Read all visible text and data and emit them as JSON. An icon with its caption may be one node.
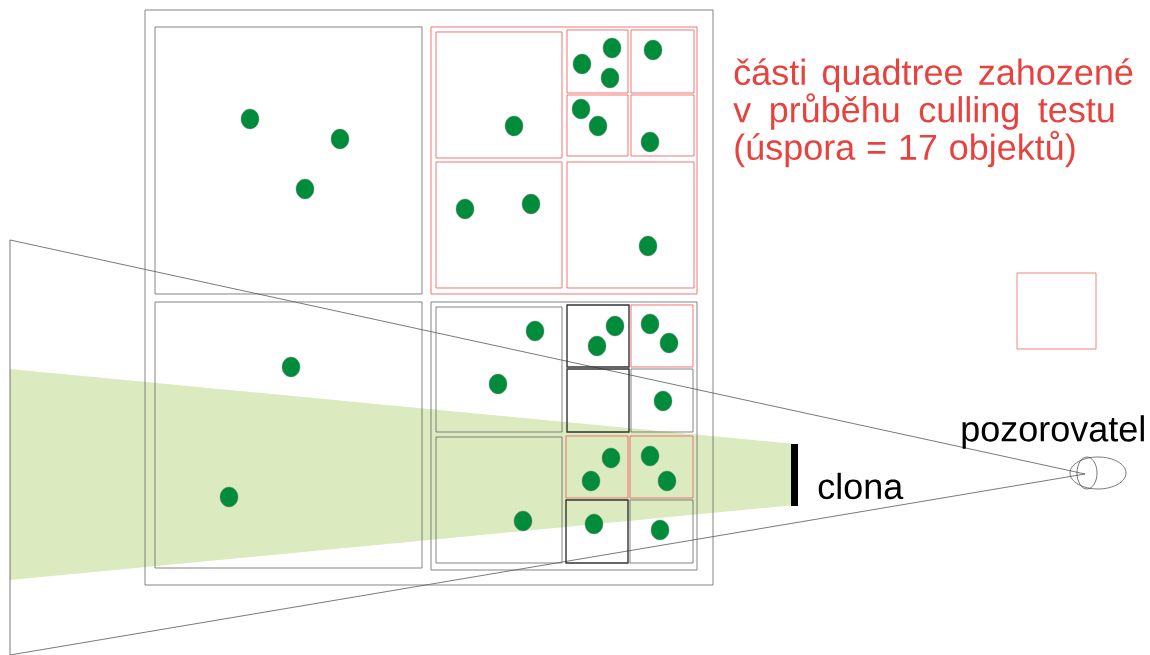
{
  "diagram": {
    "labels": [
      "clona",
      "pozorovatel"
    ],
    "legend": [
      {
        "text": "části quadtree zahozené v průběhu culling testu (úspora = 17 objektů)"
      }
    ]
  }
}
